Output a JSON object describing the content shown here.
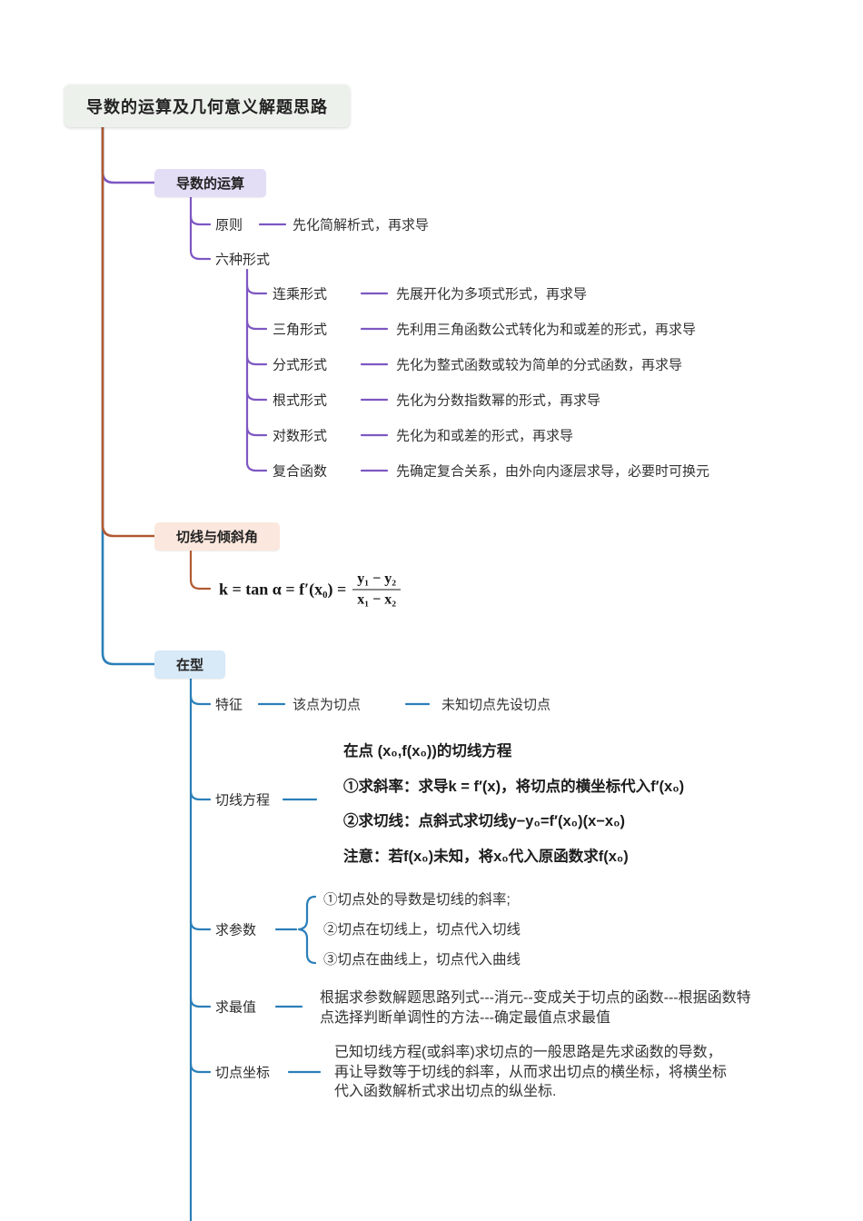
{
  "root": {
    "title": "导数的运算及几何意义解题思路"
  },
  "colors": {
    "purple": "#7e57c2",
    "orange": "#b15a32",
    "blue": "#2b7fb8",
    "purple_bg": "#e4ddf6",
    "orange_bg": "#fbe7de",
    "blue_bg": "#d8e9f7",
    "root_bg": "#edf1ec"
  },
  "branch1": {
    "label": "导数的运算",
    "principle": {
      "label": "原则",
      "desc": "先化简解析式，再求导"
    },
    "forms": {
      "label": "六种形式",
      "items": [
        {
          "label": "连乘形式",
          "desc": "先展开化为多项式形式，再求导"
        },
        {
          "label": "三角形式",
          "desc": "先利用三角函数公式转化为和或差的形式，再求导"
        },
        {
          "label": "分式形式",
          "desc": "先化为整式函数或较为简单的分式函数，再求导"
        },
        {
          "label": "根式形式",
          "desc": "先化为分数指数幂的形式，再求导"
        },
        {
          "label": "对数形式",
          "desc": "先化为和或差的形式，再求导"
        },
        {
          "label": "复合函数",
          "desc": "先确定复合关系，由外向内逐层求导，必要时可换元"
        }
      ]
    }
  },
  "branch2": {
    "label": "切线与倾斜角",
    "formula": {
      "lhs": "k = tan α = f′(x₀) =",
      "num": "y₁ − y₂",
      "den": "x₁ − x₂"
    }
  },
  "branch3": {
    "label": "在型",
    "feature": {
      "label": "特征",
      "mid": "该点为切点",
      "desc": "未知切点先设切点"
    },
    "tangent_eq": {
      "label": "切线方程",
      "lines": [
        "在点 (x₀,f(x₀))的切线方程",
        "①求斜率：求导k = f′(x)，将切点的横坐标代入f′(x₀)",
        "②求切线：点斜式求切线y−y₀=f′(x₀)(x−x₀)",
        "注意：若f(x₀)未知，将x₀代入原函数求f(x₀)"
      ]
    },
    "params": {
      "label": "求参数",
      "items": [
        "①切点处的导数是切线的斜率;",
        "②切点在切线上，切点代入切线",
        "③切点在曲线上，切点代入曲线"
      ]
    },
    "max": {
      "label": "求最值",
      "desc": "根据求参数解题思路列式---消元--变成关于切点的函数---根据函数特点选择判断单调性的方法---确定最值点求最值"
    },
    "point": {
      "label": "切点坐标",
      "desc": "已知切线方程(或斜率)求切点的一般思路是先求函数的导数，再让导数等于切线的斜率，从而求出切点的横坐标，将横坐标代入函数解析式求出切点的纵坐标."
    }
  }
}
